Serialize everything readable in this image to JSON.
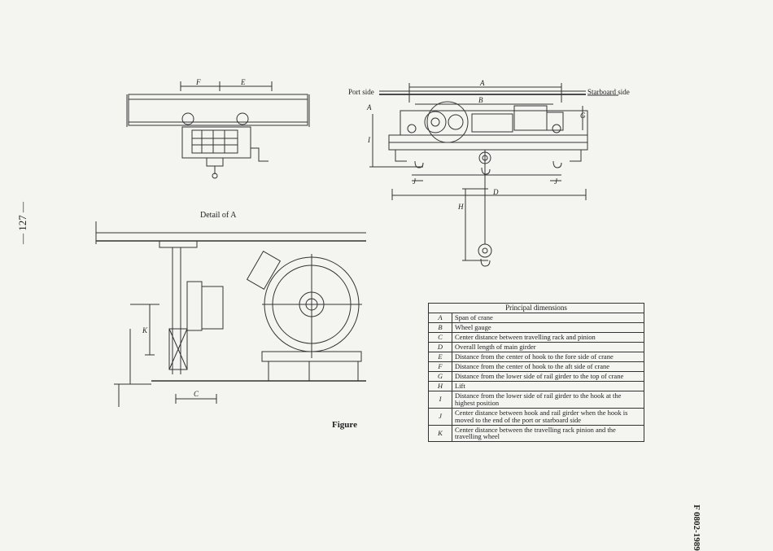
{
  "page_number": "— 127 —",
  "standard_code": "F 0802-1989",
  "captions": {
    "detail": "Detail of A",
    "figure": "Figure"
  },
  "drawing_labels": {
    "port_side": "Port side",
    "starboard_side": "Starboard side",
    "A_top": "A",
    "B": "B",
    "A_detail": "A",
    "C": "C",
    "D": "D",
    "E": "E",
    "F": "F",
    "G": "G",
    "H": "H",
    "I": "I",
    "J_left": "J",
    "J_right": "J",
    "K": "K"
  },
  "dimensions_table": {
    "title": "Principal dimensions",
    "rows": [
      {
        "symbol": "A",
        "description": "Span of crane"
      },
      {
        "symbol": "B",
        "description": "Wheel gauge"
      },
      {
        "symbol": "C",
        "description": "Center distance between travelling rack and pinion"
      },
      {
        "symbol": "D",
        "description": "Overall length of main girder"
      },
      {
        "symbol": "E",
        "description": "Distance from the center of hook to the fore side of crane"
      },
      {
        "symbol": "F",
        "description": "Distance from the center of hook to the aft side of crane"
      },
      {
        "symbol": "G",
        "description": "Distance from the lower side of rail girder to the top of crane"
      },
      {
        "symbol": "H",
        "description": "Lift"
      },
      {
        "symbol": "I",
        "description": "Distance from the lower side of rail girder to the hook at the highest position"
      },
      {
        "symbol": "J",
        "description": "Center distance between hook and rail girder when the hook is moved to the end of the port or starboard side"
      },
      {
        "symbol": "K",
        "description": "Center distance between the travelling rack pinion and the travelling wheel"
      }
    ]
  }
}
